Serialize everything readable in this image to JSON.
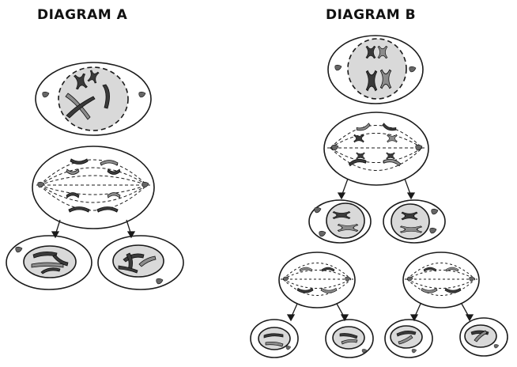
{
  "diagram_a": {
    "title": "DIAGRAM A",
    "stages": [
      "parent-cell",
      "dividing-cell",
      "daughter-cells"
    ]
  },
  "diagram_b": {
    "title": "DIAGRAM B",
    "stages": [
      "parent-cell",
      "first-division",
      "two-cells",
      "second-division",
      "four-cells"
    ]
  },
  "colors": {
    "outline": "#1a1a1a",
    "nucleus_fill": "#d9d9d9",
    "chromosome_dark": "#3a3a3a",
    "chromosome_light": "#8c8c8c"
  }
}
